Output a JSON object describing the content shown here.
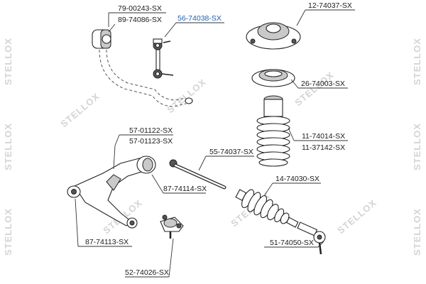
{
  "watermark": "STELLOX",
  "callouts": [
    {
      "id": "stabilizer-bushing",
      "lines": [
        "79-00243-SX",
        "89-74086-SX"
      ],
      "highlight": false
    },
    {
      "id": "stabilizer-link",
      "lines": [
        "56-74038-SX"
      ],
      "highlight": true
    },
    {
      "id": "strut-mount",
      "lines": [
        "12-74037-SX"
      ],
      "highlight": false
    },
    {
      "id": "strut-bearing",
      "lines": [
        "26-74003-SX"
      ],
      "highlight": false
    },
    {
      "id": "bump-stop-boot",
      "lines": [
        "11-74014-SX",
        "11-37142-SX"
      ],
      "highlight": false
    },
    {
      "id": "control-arm",
      "lines": [
        "57-01122-SX",
        "57-01123-SX"
      ],
      "highlight": false
    },
    {
      "id": "tie-rod",
      "lines": [
        "55-74037-SX"
      ],
      "highlight": false
    },
    {
      "id": "arm-rear-bushing",
      "lines": [
        "87-74114-SX"
      ],
      "highlight": false
    },
    {
      "id": "steering-boot",
      "lines": [
        "14-74030-SX"
      ],
      "highlight": false
    },
    {
      "id": "arm-front-bushing",
      "lines": [
        "87-74113-SX"
      ],
      "highlight": false
    },
    {
      "id": "tie-rod-end",
      "lines": [
        "51-74050-SX"
      ],
      "highlight": false
    },
    {
      "id": "ball-joint",
      "lines": [
        "52-74026-SX"
      ],
      "highlight": false
    }
  ],
  "colors": {
    "highlight": "#1f5fb0",
    "text": "#1a1a1a",
    "watermark": "#d4d4d4"
  }
}
